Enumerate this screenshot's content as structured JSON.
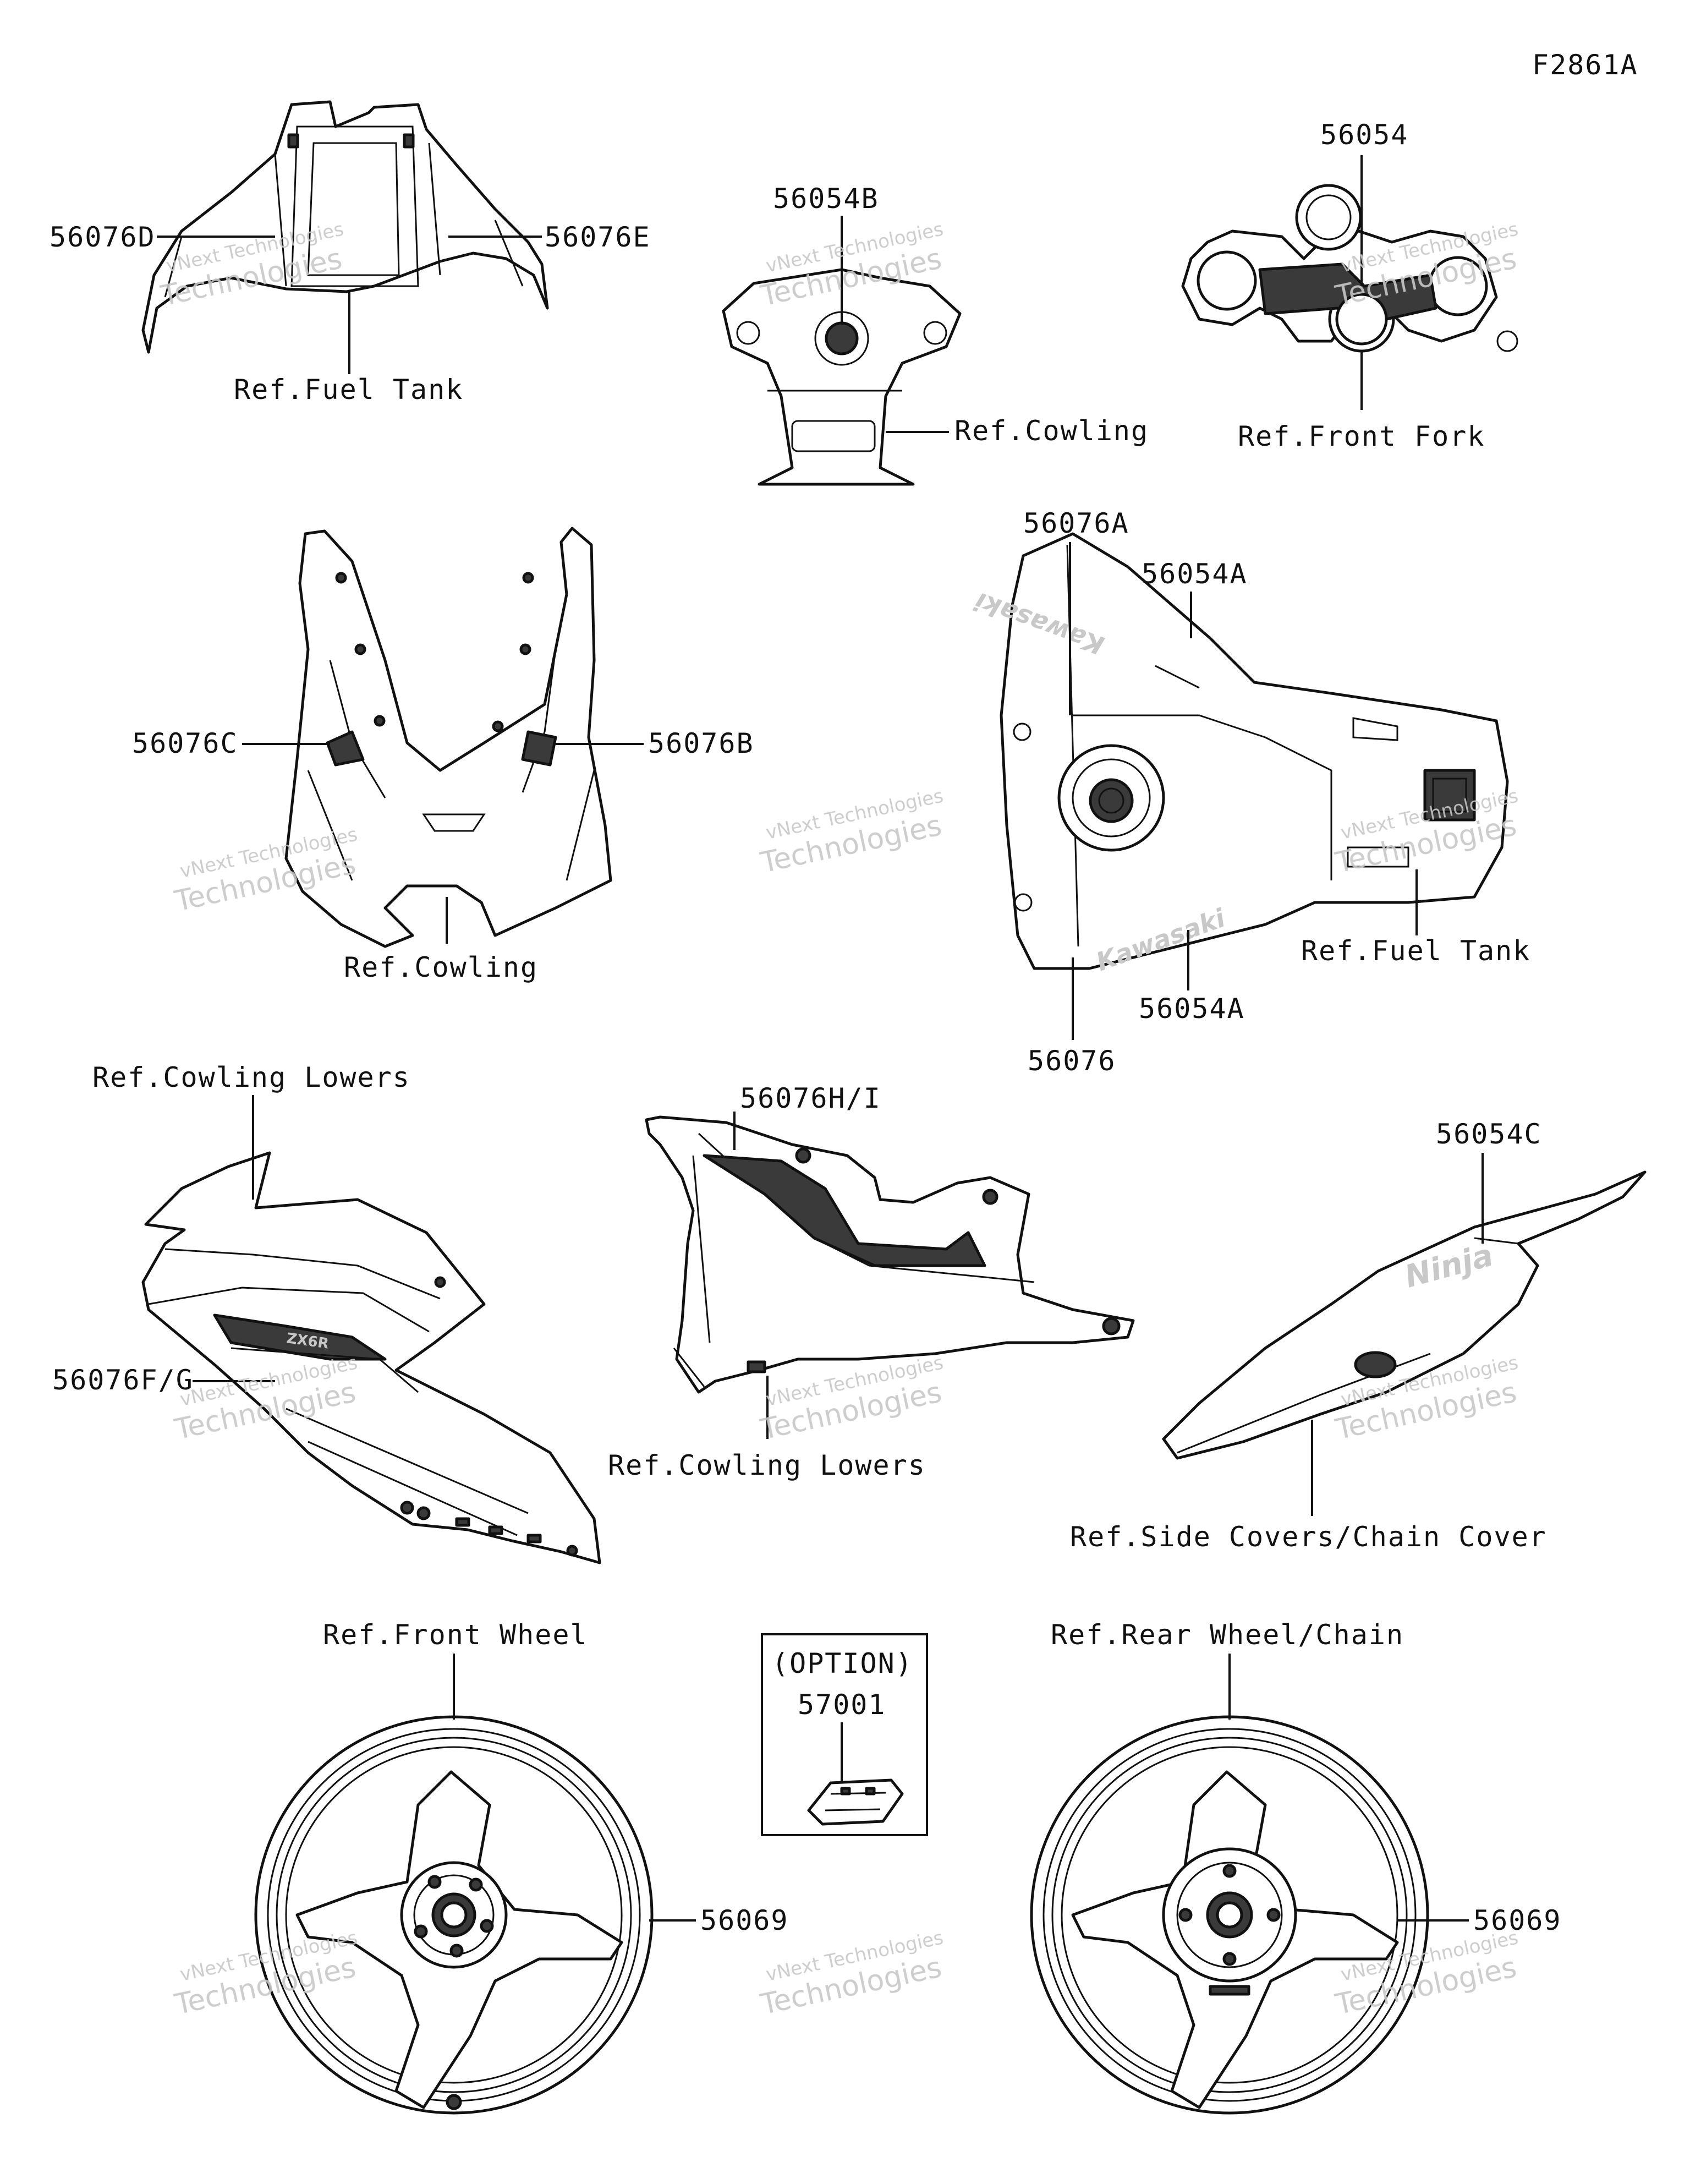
{
  "figure_id": "F2861A",
  "watermark": {
    "line1": "vNext Technologies",
    "line2": "Technologies"
  },
  "labels": {
    "p56076D": "56076D",
    "p56076E": "56076E",
    "ref_fuel_tank_1": "Ref.Fuel Tank",
    "p56054B": "56054B",
    "ref_cowling_1": "Ref.Cowling",
    "p56054": "56054",
    "ref_front_fork": "Ref.Front Fork",
    "p56076C": "56076C",
    "p56076B": "56076B",
    "ref_cowling_2": "Ref.Cowling",
    "p56076A": "56076A",
    "p56054A_top": "56054A",
    "ref_fuel_tank_2": "Ref.Fuel Tank",
    "p56054A_bottom": "56054A",
    "p56076": "56076",
    "ref_cowling_lowers_1": "Ref.Cowling Lowers",
    "p56076FG": "56076F/G",
    "p56076HI": "56076H/I",
    "ref_cowling_lowers_2": "Ref.Cowling Lowers",
    "p56054C": "56054C",
    "ref_side_covers": "Ref.Side Covers/Chain Cover",
    "ref_front_wheel": "Ref.Front Wheel",
    "option": "(OPTION)",
    "p57001": "57001",
    "ref_rear_wheel": "Ref.Rear Wheel/Chain",
    "p56069_front": "56069",
    "p56069_rear": "56069"
  },
  "decal_text": {
    "kawasaki_top": "Kawasaki",
    "kawasaki_bottom": "Kawasaki",
    "ninja": "Ninja",
    "zx": "ZX6R"
  }
}
